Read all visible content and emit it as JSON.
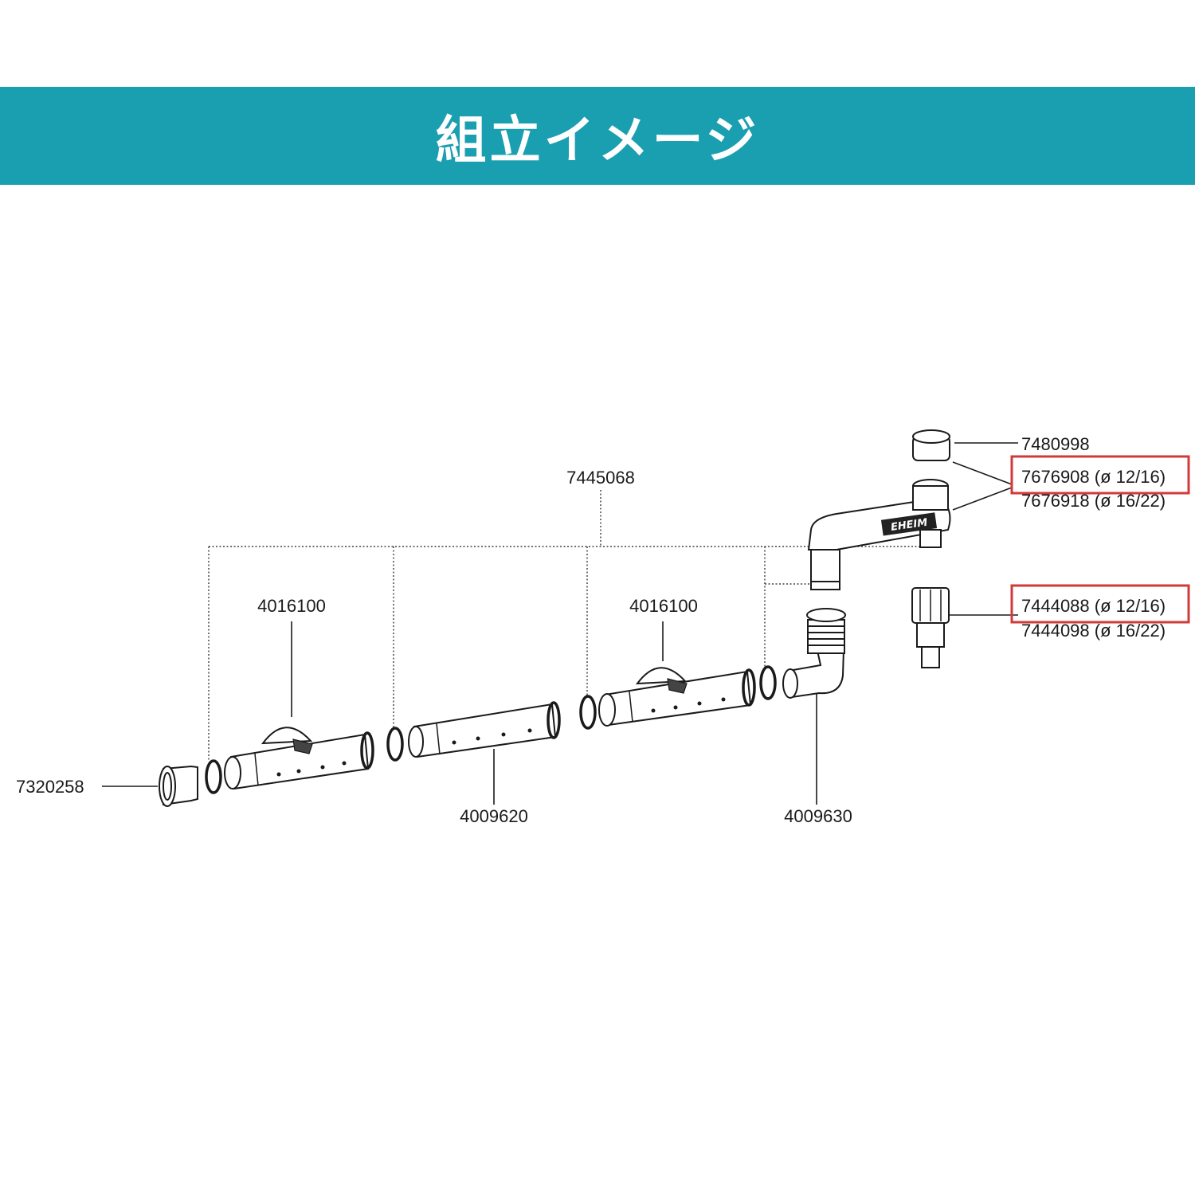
{
  "banner": {
    "title": "組立イメージ",
    "color": "#1a9fb0"
  },
  "highlight_color": "#d23a3a",
  "brand_mark": "EHEIM",
  "parts": {
    "main_pipe": "7445068",
    "tee_left": "4016100",
    "tee_right": "4016100",
    "end_cap": "7320258",
    "mid_pipe": "4009620",
    "elbow": "4009630",
    "cap_top": "7480998",
    "outlet_a": "7676908 (ø 12/16)",
    "outlet_b": "7676918 (ø 16/22)",
    "connector_a": "7444088 (ø 12/16)",
    "connector_b": "7444098 (ø 16/22)"
  },
  "highlighted": [
    "7676908 (ø 12/16)",
    "7444088 (ø 12/16)"
  ]
}
